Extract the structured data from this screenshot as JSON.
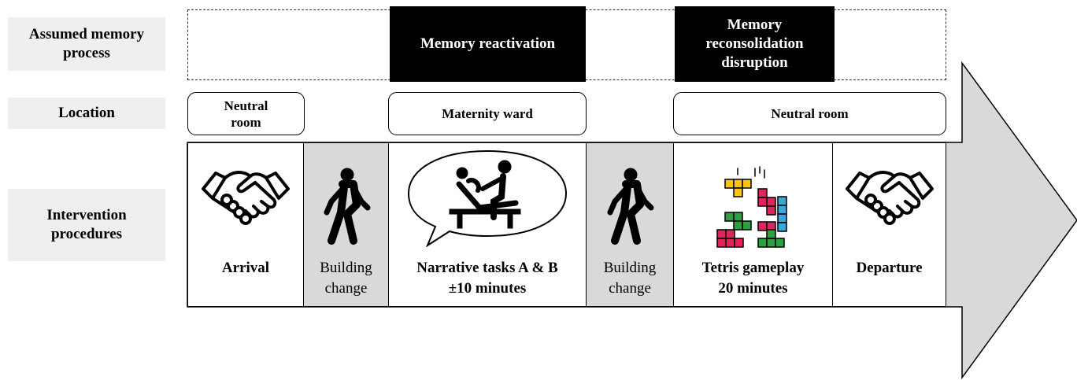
{
  "rows": {
    "memory_process": [
      "Assumed memory",
      "process"
    ],
    "location": [
      "Location"
    ],
    "intervention": [
      "Intervention",
      "procedures"
    ]
  },
  "memory": {
    "reactivation": [
      "Memory reactivation"
    ],
    "reconsolidation": [
      "Memory",
      "reconsolidation",
      "disruption"
    ]
  },
  "locations": {
    "neutral_room_1": [
      "Neutral",
      "room"
    ],
    "maternity_ward": [
      "Maternity ward"
    ],
    "neutral_room_2": [
      "Neutral room"
    ]
  },
  "procedures": {
    "arrival": [
      "Arrival"
    ],
    "building_change_1": [
      "Building",
      "change"
    ],
    "narrative": [
      "Narrative tasks A & B",
      "±10 minutes"
    ],
    "building_change_2": [
      "Building",
      "change"
    ],
    "tetris": [
      "Tetris gameplay",
      "20 minutes"
    ],
    "departure": [
      "Departure"
    ]
  },
  "colors": {
    "label_bg": "#efefef",
    "arrow_fill": "#d9d9d9",
    "building_bg": "#d9d9d9",
    "black_box": "#000000"
  },
  "icons": {
    "arrival": "handshake-icon",
    "building_change": "walking-person-icon",
    "narrative": "speech-bubble-birth-icon",
    "tetris": "tetris-blocks-icon",
    "departure": "handshake-icon"
  }
}
